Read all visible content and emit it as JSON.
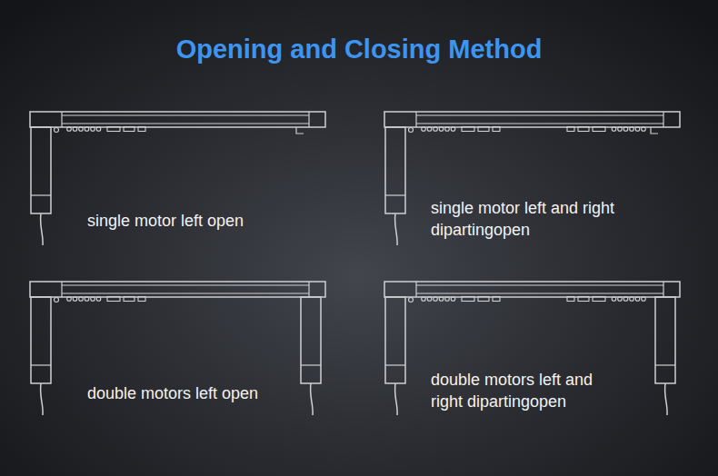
{
  "diagram": {
    "title": "Opening and Closing Method",
    "labels": [
      "single motor left open",
      "single motor left and right dipartingopen",
      "double motors left open",
      "double motors left and right dipartingopen"
    ]
  }
}
